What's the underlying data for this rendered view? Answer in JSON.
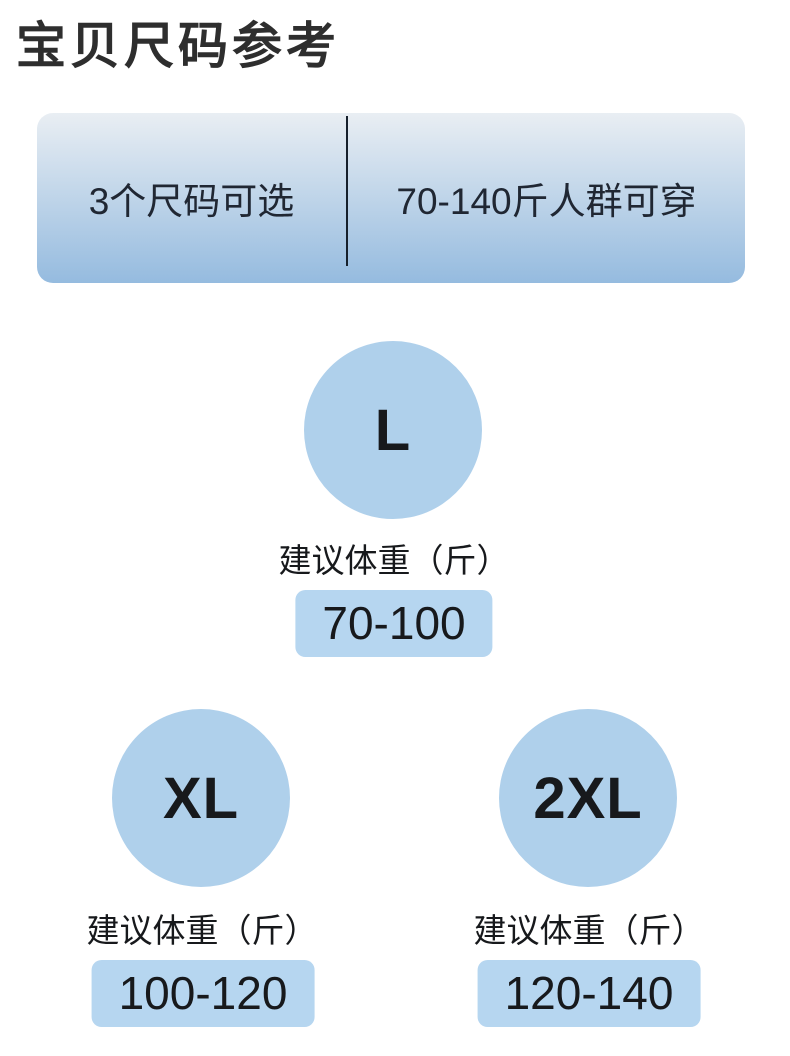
{
  "title": "宝贝尺码参考",
  "banner": {
    "left_text": "3个尺码可选",
    "right_text": "70-140斤人群可穿"
  },
  "sizes": [
    {
      "label": "L",
      "hint": "建议体重（斤）",
      "range": "70-100"
    },
    {
      "label": "XL",
      "hint": "建议体重（斤）",
      "range": "100-120"
    },
    {
      "label": "2XL",
      "hint": "建议体重（斤）",
      "range": "120-140"
    }
  ],
  "colors": {
    "banner_top": "#e9eef3",
    "banner_bottom": "#95bbdf",
    "banner_text": "#202733",
    "divider": "#16202c",
    "circle_fill": "#afd0eb",
    "badge_fill": "#b6d6f0",
    "dark_text": "#17191c",
    "title_text": "#2e2e2e"
  }
}
